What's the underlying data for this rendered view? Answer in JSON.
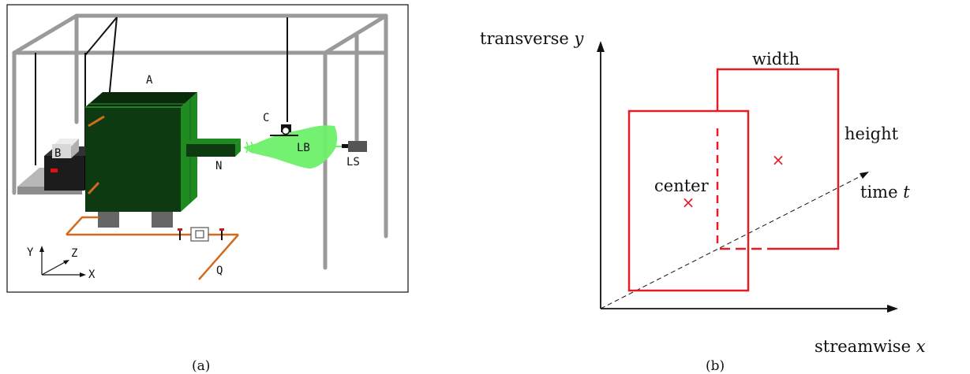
{
  "panel_a": {
    "caption": "(a)",
    "labels": {
      "A": "A",
      "B": "B",
      "C": "C",
      "N": "N",
      "LB": "LB",
      "LS": "LS",
      "Q": "Q"
    },
    "axes": {
      "y": "Y",
      "z": "Z",
      "x": "X"
    },
    "colors": {
      "frame": "#9a9a9a",
      "tank": "#0d3a10",
      "tank_side": "#1f8a20",
      "laser_beam": "#6ef06a",
      "pipe": "#d46a1c"
    }
  },
  "panel_b": {
    "caption": "(b)",
    "y_axis_label": "transverse",
    "y_axis_var": "y",
    "x_axis_label": "streamwise",
    "x_axis_var": "x",
    "t_axis_label": "time",
    "t_axis_var": "t",
    "width_label": "width",
    "height_label": "height",
    "center_label": "center",
    "marker": "×",
    "colors": {
      "box": "#e51c23",
      "axis": "#111111"
    }
  }
}
